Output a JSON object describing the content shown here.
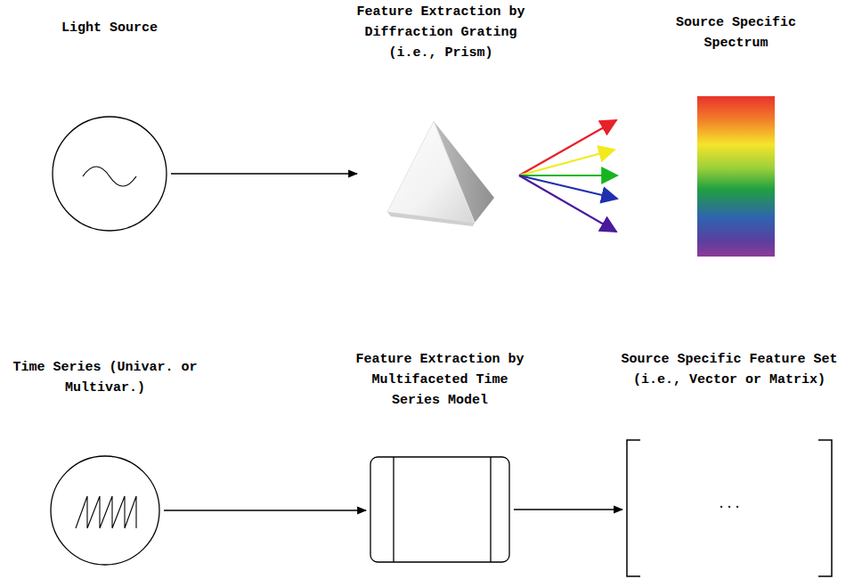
{
  "diagram": {
    "nodes": [
      {
        "text": [
          "Light Source"
        ]
      },
      {
        "text": [
          "Feature Extraction by Diffraction Grating (i.e., Prism)"
        ]
      },
      {
        "text": [
          "Source Specific Spectrum"
        ]
      },
      {
        "text": [
          "Time Series (Univar. or Multivar.)"
        ]
      },
      {
        "text": [
          "Feature Extraction by Multifaceted Time Series Model"
        ]
      },
      {
        "text": [
          "Source Specific Feature Set (i.e., Vector or Matrix)",
          "..."
        ]
      }
    ],
    "edges": [
      {
        "from": 0,
        "to": 1,
        "arrow": "to"
      },
      {
        "from": 3,
        "to": 4,
        "arrow": "to"
      },
      {
        "from": 4,
        "to": 5,
        "arrow": "to"
      }
    ]
  }
}
